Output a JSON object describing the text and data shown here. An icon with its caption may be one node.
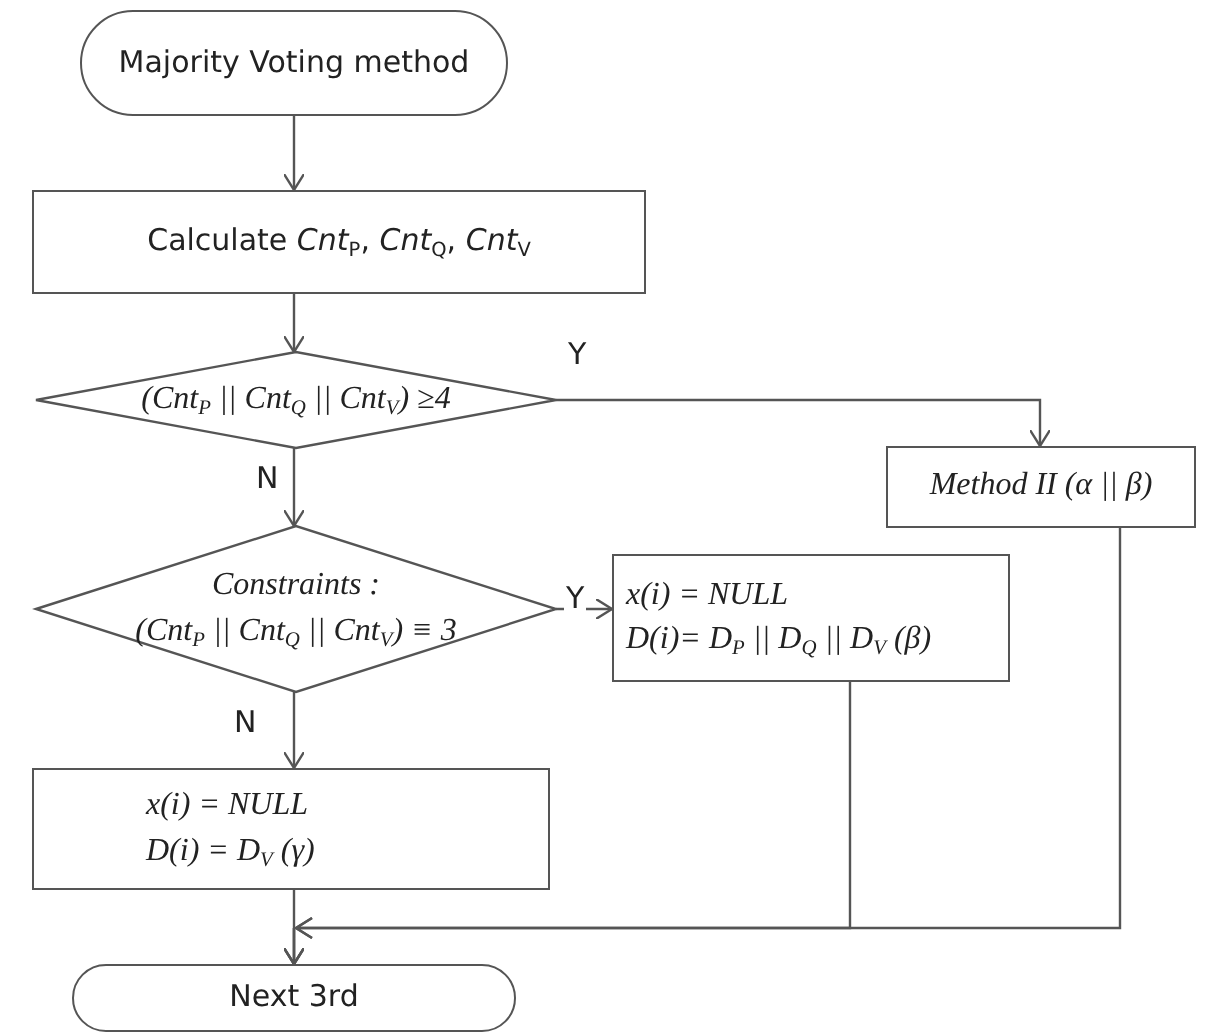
{
  "diagram": {
    "nodes": [
      {
        "text": [
          "Majority Voting method"
        ]
      },
      {
        "text": [
          "Calculate *Cnt*$_{P}$, *Cnt*$_{Q}$, *Cnt*$_{V}$"
        ]
      },
      {
        "text": [
          "(Cnt$_{P}$ || Cnt$_{Q}$ || Cnt$_{V}$) ≥4"
        ]
      },
      {
        "text": [
          "Constraints :",
          "(Cnt$_{P}$ || Cnt$_{Q}$ || Cnt$_{V}$) ≡ 3"
        ]
      },
      {
        "text": [
          "x(i) = NULL",
          "D(i) = D$_{V}$ (γ)"
        ]
      },
      {
        "text": [
          "Next 3rd"
        ]
      },
      {
        "text": [
          "Method II (α || β)"
        ]
      },
      {
        "text": [
          "x(i) = NULL",
          "D(i)= D$_{P}$ || D$_{Q}$ || D$_{V}$ (β)"
        ]
      }
    ],
    "edges": [
      {
        "from": 0,
        "to": 1,
        "arrow": "to"
      },
      {
        "from": 1,
        "to": 2,
        "arrow": "to"
      },
      {
        "from": 2,
        "to": 6,
        "arrow": "to",
        "label": "Y"
      },
      {
        "from": 2,
        "to": 3,
        "arrow": "to",
        "label": "N"
      },
      {
        "from": 3,
        "to": 7,
        "arrow": "to",
        "label": "Y"
      },
      {
        "from": 3,
        "to": 4,
        "arrow": "to",
        "label": "N"
      },
      {
        "from": 4,
        "to": 5,
        "arrow": "to"
      },
      {
        "from": 7,
        "to": 5,
        "arrow": "to"
      },
      {
        "from": 6,
        "to": 5,
        "arrow": "to"
      }
    ]
  }
}
